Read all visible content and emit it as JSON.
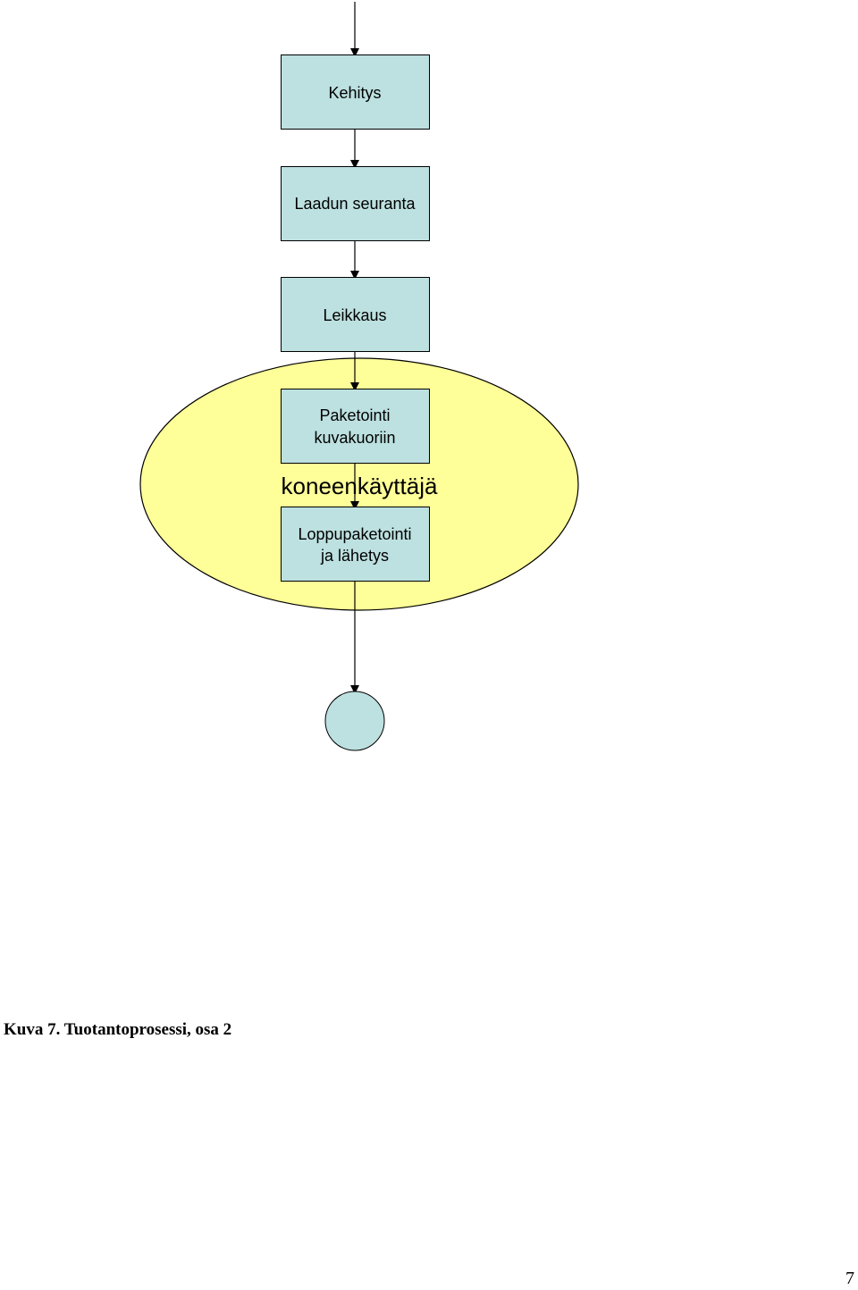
{
  "diagram": {
    "boxes": [
      {
        "id": "kehitys",
        "lines": [
          "Kehitys"
        ]
      },
      {
        "id": "laadun-seuranta",
        "lines": [
          "Laadun seuranta"
        ]
      },
      {
        "id": "leikkaus",
        "lines": [
          "Leikkaus"
        ]
      },
      {
        "id": "paketointi",
        "lines": [
          "Paketointi",
          "kuvakuoriin"
        ]
      },
      {
        "id": "loppupaketointi",
        "lines": [
          "Loppupaketointi",
          "ja lähetys"
        ]
      }
    ],
    "ellipse_label": "koneenkäyttäjä",
    "colors": {
      "box_fill": "#bde0e0",
      "ellipse_fill": "#ffff99",
      "terminal_fill": "#bde0e0",
      "stroke": "#000000"
    }
  },
  "caption": "Kuva 7. Tuotantoprosessi, osa 2",
  "page_number": "7"
}
